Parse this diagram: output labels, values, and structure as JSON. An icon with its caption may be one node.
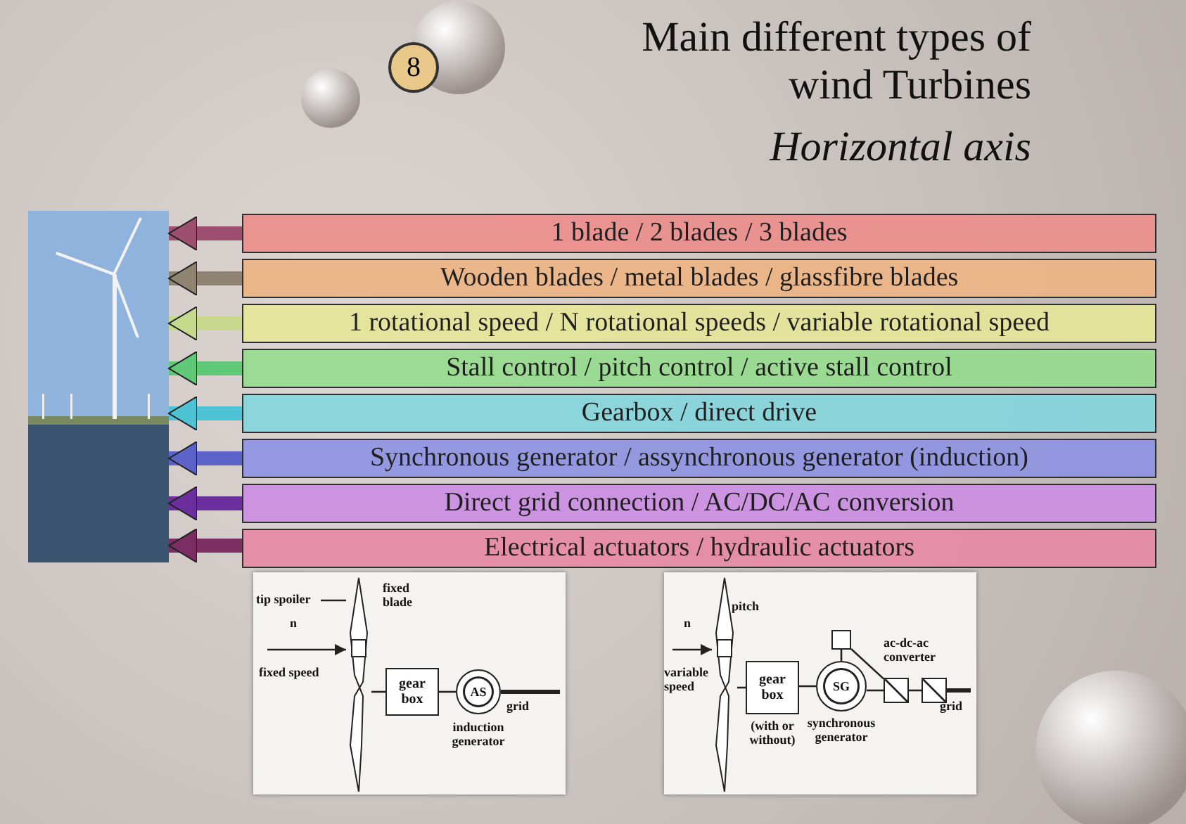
{
  "diagram": {
    "title": "Main different types of wind Turbines",
    "nodes": [
      {
        "text": [
          "8"
        ]
      },
      {
        "text": [
          "1 blade / 2 blades / 3 blades"
        ]
      },
      {
        "text": [
          "Wooden blades / metal blades / glassfibre blades"
        ]
      },
      {
        "text": [
          "1 rotational speed / N rotational speeds / variable rotational speed"
        ]
      },
      {
        "text": [
          "Stall control / pitch control / active stall control"
        ]
      },
      {
        "text": [
          "Gearbox    /    direct drive"
        ]
      },
      {
        "text": [
          "Synchronous generator / assynchronous generator (induction)"
        ]
      },
      {
        "text": [
          "Direct grid connection    /     AC/DC/AC conversion"
        ]
      },
      {
        "text": [
          "Electrical actuators  /  hydraulic actuators"
        ]
      },
      {
        "text": [],
        "shape": "picture"
      },
      {
        "text": [],
        "shape": "picture"
      },
      {
        "text": [
          "tip spoiler"
        ],
        "in": 10
      },
      {
        "text": [],
        "shape": "picture",
        "in": 10
      },
      {
        "text": [
          "gear box"
        ],
        "in": 10
      },
      {
        "text": [
          "AS"
        ],
        "in": 10,
        "beside": [
          "induction generator"
        ]
      },
      {
        "text": [],
        "shape": "picture"
      },
      {
        "text": [],
        "shape": "picture",
        "in": 15
      },
      {
        "text": [
          "gear box"
        ],
        "in": 15,
        "beside": [
          "(with or without)"
        ]
      },
      {
        "text": [
          "SG"
        ],
        "in": 15,
        "beside": [
          "synchronous generator"
        ]
      },
      {
        "text": [],
        "shape": "box",
        "in": 15
      },
      {
        "text": [],
        "shape": "box",
        "in": 15
      },
      {
        "text": [],
        "shape": "box",
        "in": 15
      }
    ],
    "edges": [
      {
        "from": 1,
        "to": 9,
        "arrow": "to",
        "style": "thick",
        "color": "#9c4f6e"
      },
      {
        "from": 2,
        "to": 9,
        "arrow": "to",
        "style": "thick",
        "color": "#8f8472"
      },
      {
        "from": 3,
        "to": 9,
        "arrow": "to",
        "style": "thick",
        "color": "#c6d98c"
      },
      {
        "from": 4,
        "to": 9,
        "arrow": "to",
        "style": "thick",
        "color": "#5fc978"
      },
      {
        "from": 5,
        "to": 9,
        "arrow": "to",
        "style": "thick",
        "color": "#4fc3d6"
      },
      {
        "from": 6,
        "to": 9,
        "arrow": "to",
        "style": "thick",
        "color": "#5b63c9"
      },
      {
        "from": 7,
        "to": 9,
        "arrow": "to",
        "style": "thick",
        "color": "#6b2f9e"
      },
      {
        "from": 8,
        "to": 9,
        "arrow": "to",
        "style": "thick",
        "color": "#7a2e63"
      },
      {
        "from": null,
        "to": 12,
        "arrow": "to"
      },
      {
        "from": 12,
        "to": 13,
        "arrow": "none"
      },
      {
        "from": 13,
        "to": 14,
        "arrow": "none"
      },
      {
        "from": 14,
        "to": null,
        "arrow": "none",
        "style": "thick"
      },
      {
        "from": 11,
        "to": 12,
        "arrow": "none"
      },
      {
        "from": null,
        "to": 16,
        "arrow": "to"
      },
      {
        "from": 16,
        "to": 17,
        "arrow": "none"
      },
      {
        "from": 17,
        "to": 18,
        "arrow": "none"
      },
      {
        "from": 18,
        "to": 20,
        "arrow": "none"
      },
      {
        "from": 20,
        "to": 21,
        "arrow": "none"
      },
      {
        "from": 21,
        "to": null,
        "arrow": "none",
        "style": "thick"
      },
      {
        "from": 18,
        "to": 19,
        "arrow": "none"
      },
      {
        "from": 19,
        "to": 20,
        "arrow": "none"
      }
    ],
    "labels": [
      "Horizontal axis",
      "fixed blade",
      "n",
      "fixed speed",
      "grid",
      "pitch",
      "n",
      "variable speed",
      "ac-dc-ac converter",
      "grid"
    ]
  }
}
